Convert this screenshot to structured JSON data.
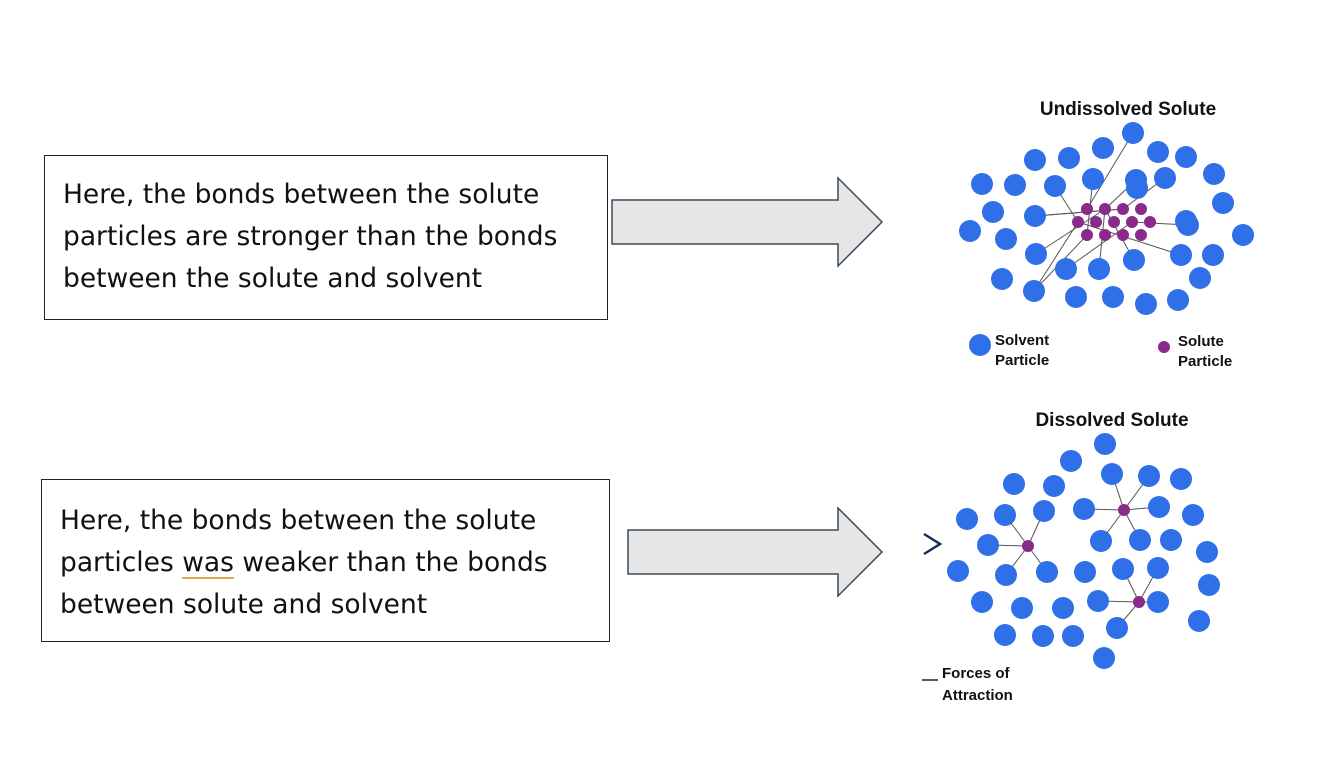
{
  "box1": {
    "lines": [
      "Here, the bonds between the solute",
      "particles are stronger than the bonds",
      "between the solute and solvent"
    ]
  },
  "box2": {
    "line1": "Here, the bonds between the solute",
    "line2_before": "particles ",
    "line2_flagged": "was",
    "line2_after": " weaker than the bonds",
    "line3": "between solute and solvent"
  },
  "undissolved": {
    "title": "Undissolved Solute",
    "legend_solvent": [
      "Solvent",
      "Particle"
    ],
    "legend_solute": [
      "Solute",
      "Particle"
    ]
  },
  "dissolved": {
    "title": "Dissolved Solute",
    "legend_forces": [
      "Forces of",
      "Attraction"
    ]
  },
  "colors": {
    "solvent": "#2f6fe8",
    "solute": "#8a2a8a",
    "arrow_fill": "#e6e6e6",
    "arrow_stroke": "#3a4a5a",
    "grammar_underline": "#e6a64a"
  }
}
